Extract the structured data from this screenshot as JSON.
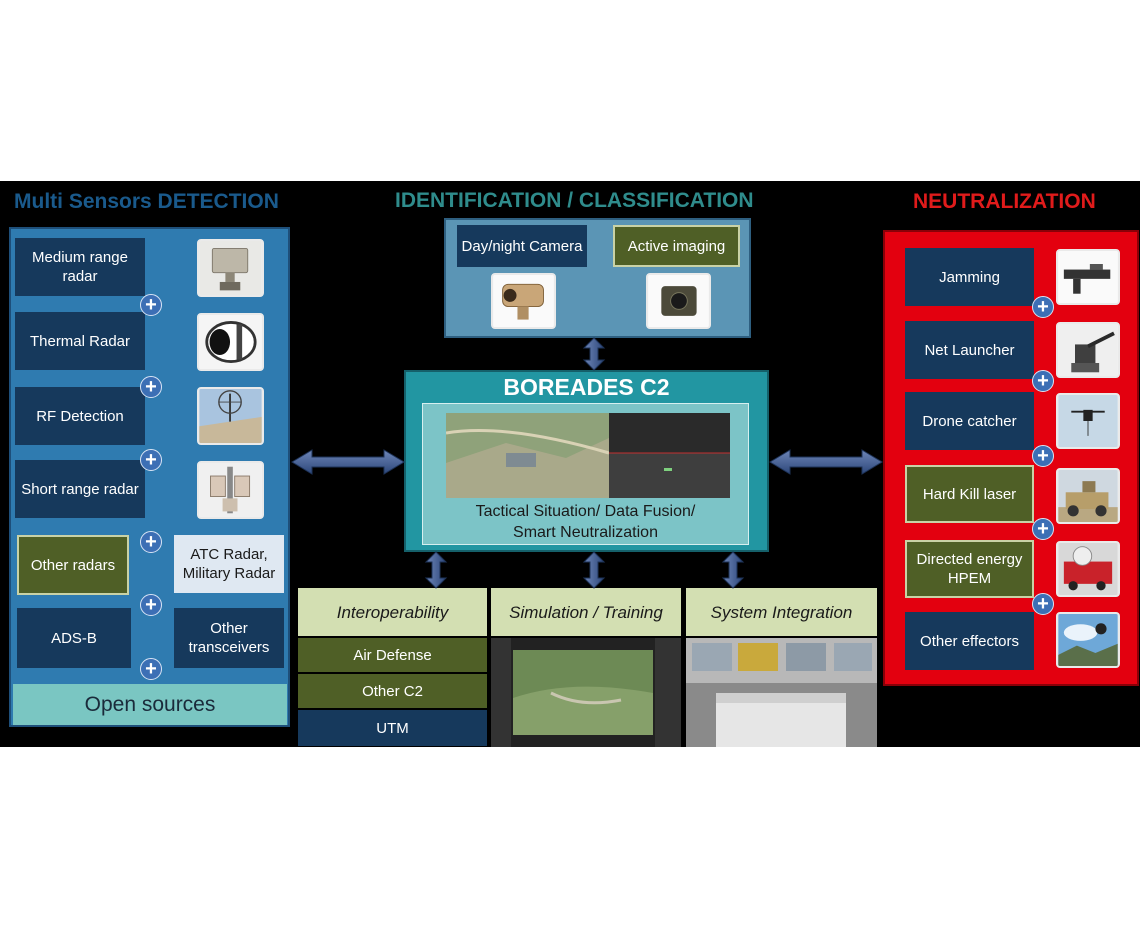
{
  "headers": {
    "detection": "Multi Sensors DETECTION",
    "identification": "IDENTIFICATION / CLASSIFICATION",
    "neutralization": "NEUTRALIZATION"
  },
  "colors": {
    "detection_header": "#1a5a8c",
    "identification_header": "#2f8c8c",
    "neutralization_header": "#e01b1b",
    "detection_panel": "#2f7bb0",
    "identification_panel": "#5b95b5",
    "c2_panel": "#2296a2",
    "neutralization_panel": "#e3000f"
  },
  "detection": {
    "sensors": [
      {
        "label": "Medium range radar",
        "icon": "radar-panel-icon"
      },
      {
        "label": "Thermal Radar",
        "icon": "thermal-camera-icon"
      },
      {
        "label": "RF Detection",
        "icon": "rf-antenna-icon"
      },
      {
        "label": "Short range radar",
        "icon": "short-range-radar-icon"
      }
    ],
    "other_radars": "Other radars",
    "atc_radar": "ATC Radar, Military Radar",
    "ads_b": "ADS-B",
    "other_transceivers": "Other transceivers",
    "open_sources": "Open sources"
  },
  "identification": {
    "camera": "Day/night Camera",
    "active_imaging": "Active imaging"
  },
  "c2": {
    "title": "BOREADES C2",
    "caption": "Tactical Situation/ Data Fusion/ Smart Neutralization"
  },
  "bottom": {
    "interoperability": "Interoperability",
    "interop_items": [
      "Air Defense",
      "Other C2",
      "UTM"
    ],
    "simulation": "Simulation / Training",
    "integration": "System Integration"
  },
  "neutralization": {
    "effectors": [
      {
        "label": "Jamming",
        "style": "navy",
        "icon": "jammer-gun-icon"
      },
      {
        "label": "Net Launcher",
        "style": "navy",
        "icon": "net-launcher-icon"
      },
      {
        "label": "Drone catcher",
        "style": "navy",
        "icon": "drone-icon"
      },
      {
        "label": "Hard Kill laser",
        "style": "olive",
        "icon": "laser-vehicle-icon"
      },
      {
        "label": "Directed energy HPEM",
        "style": "olive",
        "icon": "hpem-truck-icon"
      },
      {
        "label": "Other effectors",
        "style": "navy",
        "icon": "sky-effector-icon"
      }
    ]
  }
}
